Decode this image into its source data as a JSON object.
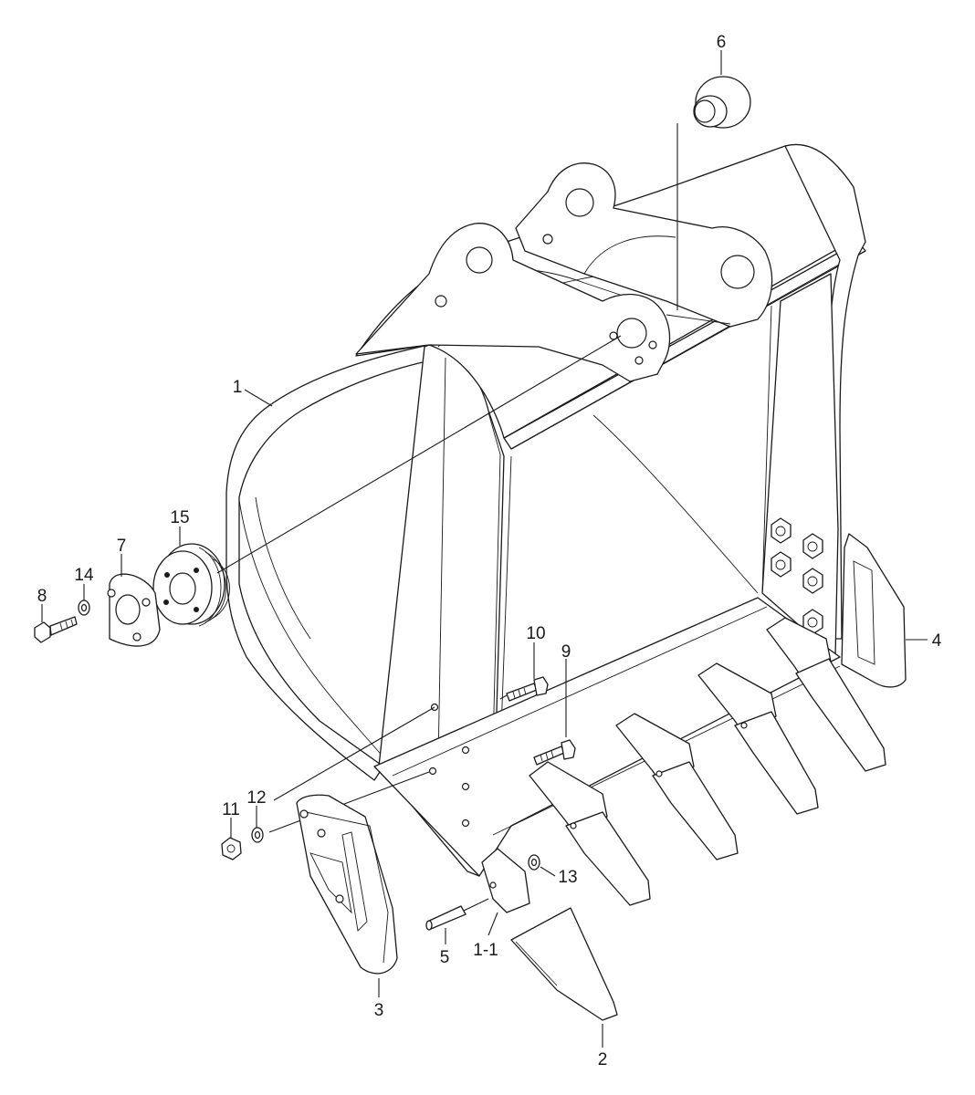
{
  "diagram": {
    "callouts": [
      {
        "id": "1",
        "text": "1"
      },
      {
        "id": "1-1",
        "text": "1-1"
      },
      {
        "id": "2",
        "text": "2"
      },
      {
        "id": "3",
        "text": "3"
      },
      {
        "id": "4",
        "text": "4"
      },
      {
        "id": "5",
        "text": "5"
      },
      {
        "id": "6",
        "text": "6"
      },
      {
        "id": "7",
        "text": "7"
      },
      {
        "id": "8",
        "text": "8"
      },
      {
        "id": "9",
        "text": "9"
      },
      {
        "id": "10",
        "text": "10"
      },
      {
        "id": "11",
        "text": "11"
      },
      {
        "id": "12",
        "text": "12"
      },
      {
        "id": "13",
        "text": "13"
      },
      {
        "id": "14",
        "text": "14"
      },
      {
        "id": "15",
        "text": "15"
      }
    ]
  }
}
